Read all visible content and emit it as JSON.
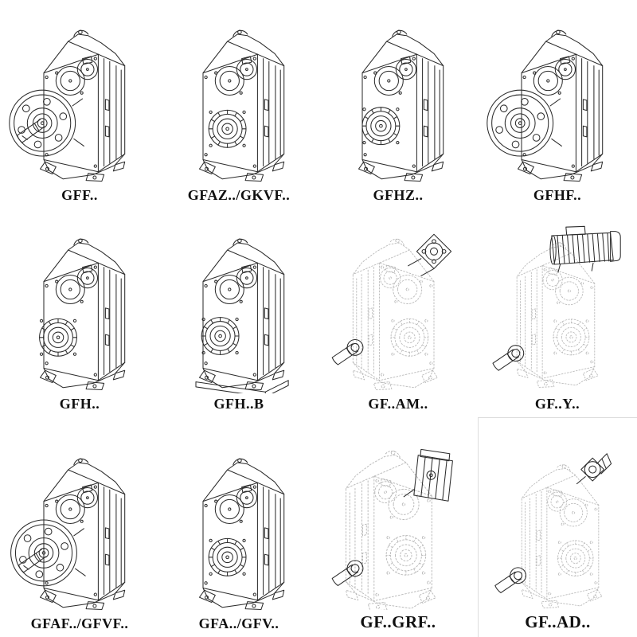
{
  "colors": {
    "ink": "#2b2b2b",
    "ghost": "#b9b9b9"
  },
  "catalog": {
    "items": [
      {
        "label": "GFF..",
        "variant": "flange-with-solid-shaft"
      },
      {
        "label": "GFAZ../GKVF..",
        "variant": "hollow-shaft"
      },
      {
        "label": "GFHZ..",
        "variant": "hollow-shaft"
      },
      {
        "label": "GFHF..",
        "variant": "flange-hollow-shaft"
      },
      {
        "label": "GFH..",
        "variant": "shaft-mounted"
      },
      {
        "label": "GFH..B",
        "variant": "shaft-mounted-with-base"
      },
      {
        "label": "GF..AM..",
        "variant": "ghost-with-motor-adapter-flange"
      },
      {
        "label": "GF..Y..",
        "variant": "ghost-with-mounted-motor"
      },
      {
        "label": "GFAF../GFVF..",
        "variant": "flange-with-solid-shaft"
      },
      {
        "label": "GFA../GFV..",
        "variant": "hollow-shaft"
      },
      {
        "label": "GF..GRF..",
        "variant": "ghost-with-gear-input-unit"
      },
      {
        "label": "GF..AD..",
        "variant": "ghost-with-input-shaft-adapter"
      }
    ]
  }
}
